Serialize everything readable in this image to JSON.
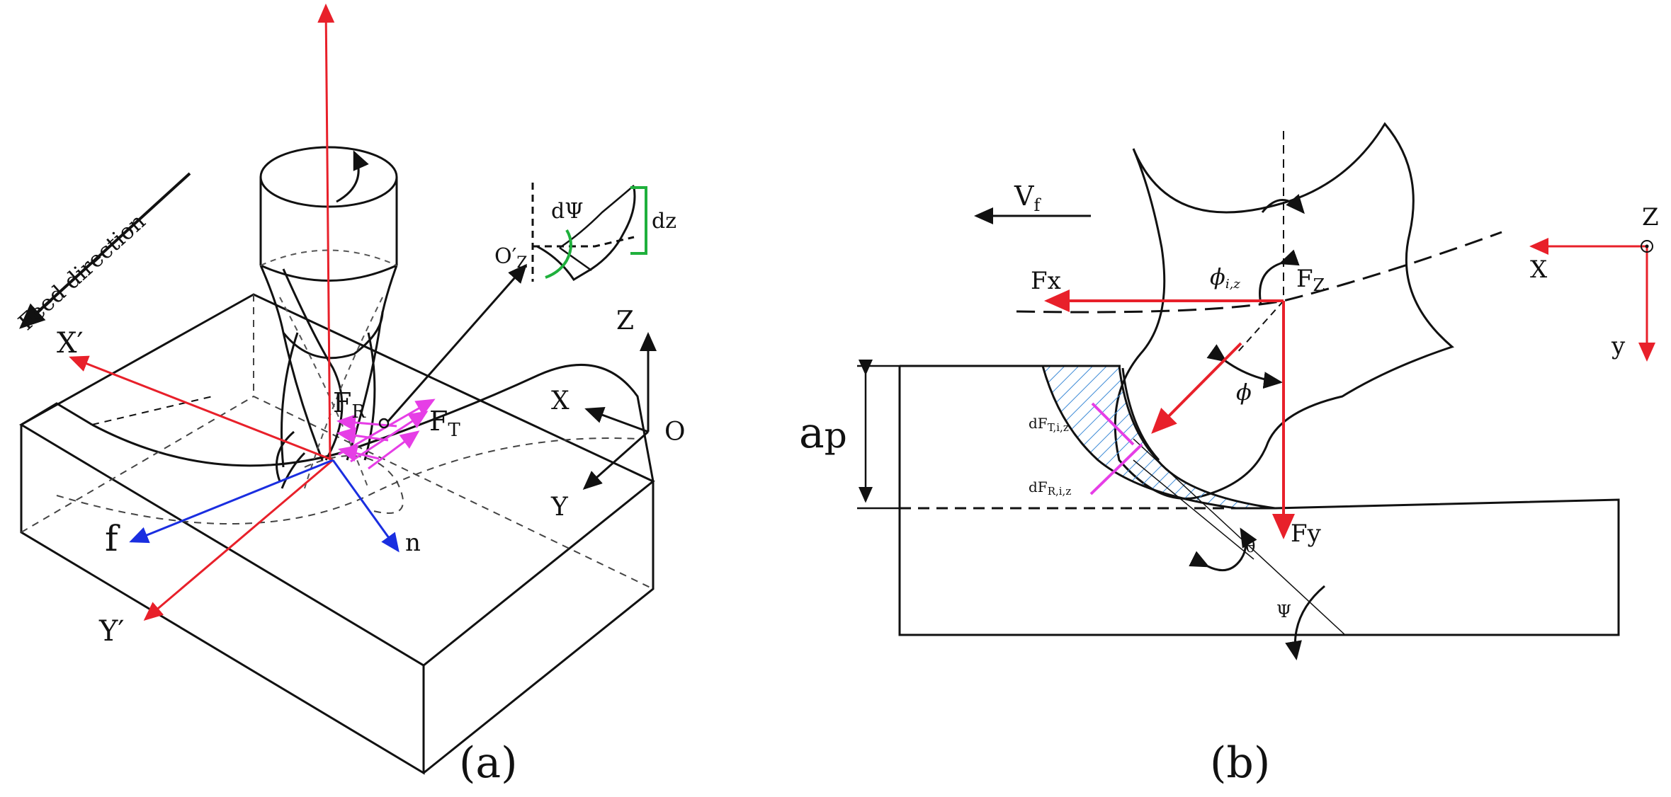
{
  "panel_a": {
    "caption": "(a)",
    "feed_direction": "Feed direction",
    "axis_x_prime": "X′",
    "axis_y_prime": "Y′",
    "force_r": "F",
    "force_r_sub": "R",
    "force_t": "F",
    "force_t_sub": "T",
    "vector_f": "f",
    "vector_n": "n",
    "axis_z": "Z",
    "axis_x": "X",
    "axis_y": "Y",
    "origin": "O",
    "inset_dpsi": "dΨ",
    "inset_dz": "dz",
    "inset_origin": "O′",
    "inset_origin_sub": "Z"
  },
  "panel_b": {
    "caption": "(b)",
    "feed_velocity": "V",
    "feed_velocity_sub": "f",
    "force_x": "Fx",
    "force_y": "Fy",
    "force_z": "F",
    "force_z_sub": "Z",
    "angle_phi_iz": "ϕ",
    "angle_phi_iz_sub": "i,z",
    "angle_phi": "ϕ",
    "depth": "a",
    "depth_sub": "p",
    "dft": "dF",
    "dft_sub": "T,i,z",
    "dfr": "dF",
    "dfr_sub": "R,i,z",
    "angle_theta": "θ",
    "angle_psi": "Ψ",
    "coord_z": "Z",
    "coord_x": "X",
    "coord_y": "y"
  },
  "colors": {
    "red": "#e8202a",
    "blue": "#1a2ee0",
    "magenta": "#e63ee6",
    "green": "#1fb03c",
    "hatch": "#3c8ad6",
    "ink": "#111111"
  }
}
